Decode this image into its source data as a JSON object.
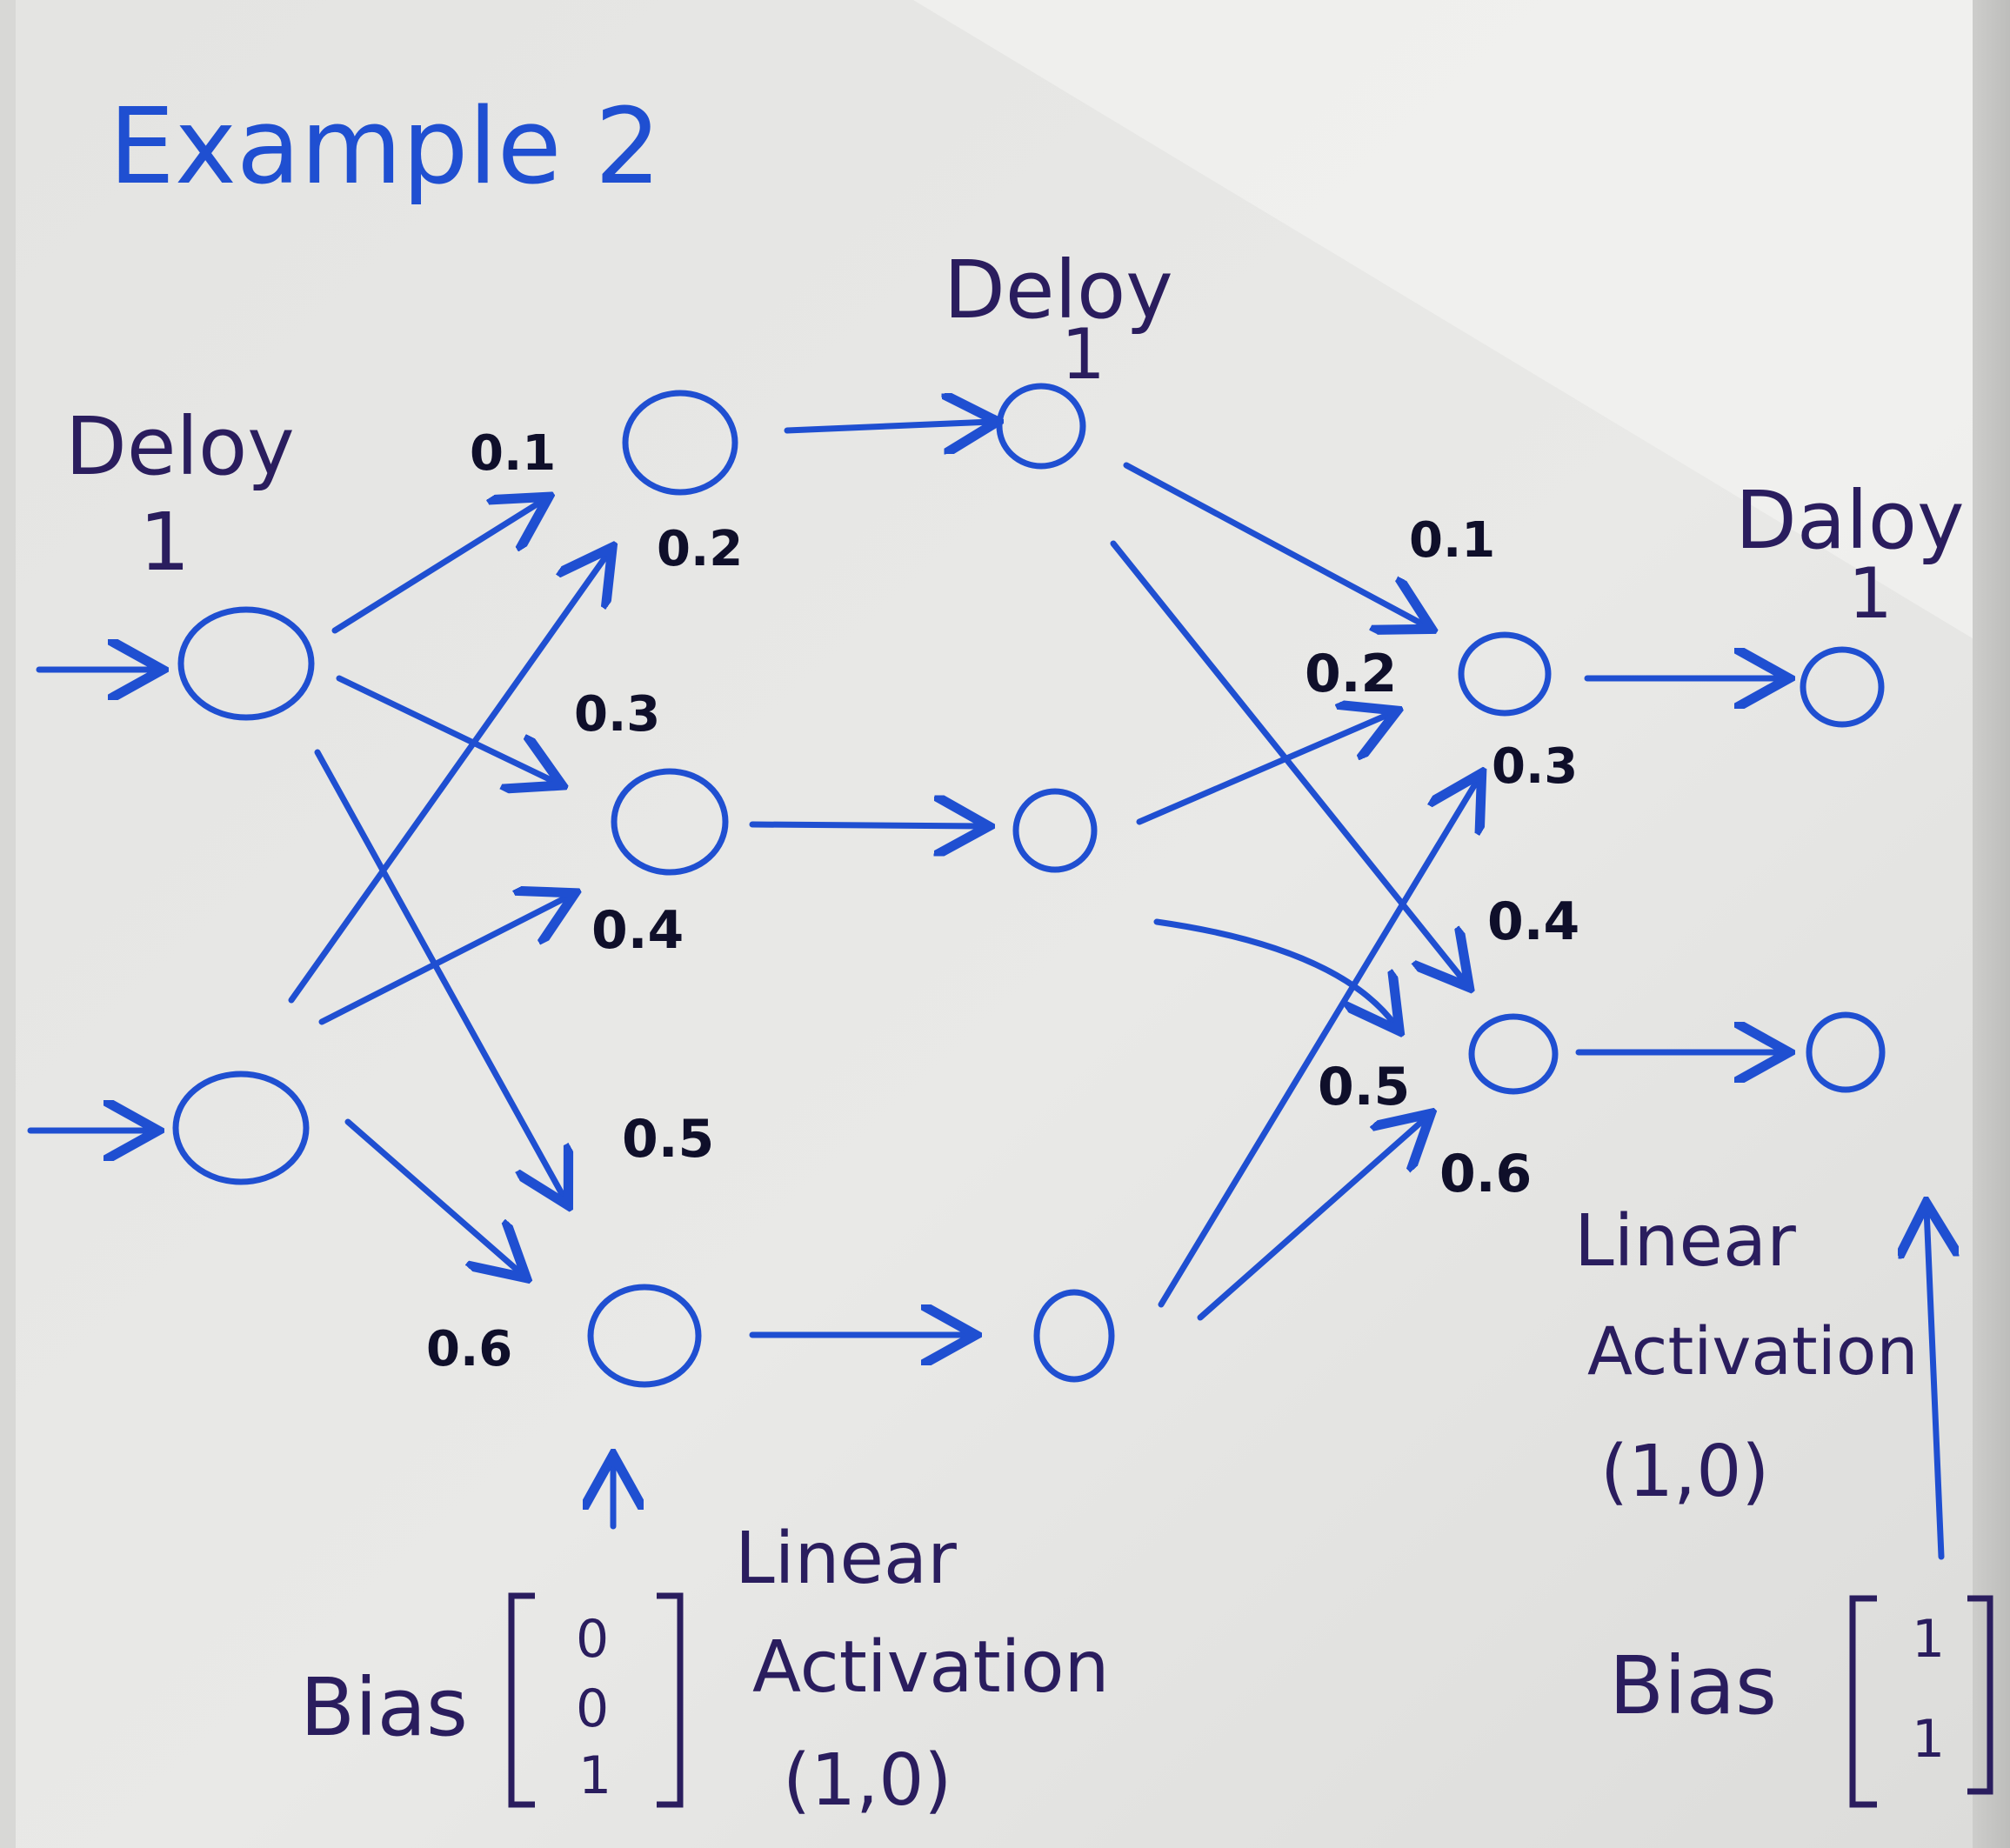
{
  "title": "Example 2",
  "colors": {
    "ink_blue": "#1f4fd1",
    "ink_dark": "#2a1d5e",
    "paper": "#e6e6e4"
  },
  "layers": {
    "input": {
      "delay_label": "Deloy",
      "delay_value": "1",
      "node_count": 2
    },
    "hidden": {
      "node_count": 3
    },
    "hidden_delay": {
      "delay_label": "Deloy",
      "delay_value": "1",
      "node_count": 3
    },
    "output": {
      "node_count": 2
    },
    "output_delay": {
      "delay_label": "Daloy",
      "delay_value": "1",
      "node_count": 2
    }
  },
  "weights_first": [
    "0.1",
    "0.2",
    "0.3",
    "0.4",
    "0.5",
    "0.6"
  ],
  "weights_second": [
    "0.1",
    "0.2",
    "0.3",
    "0.4",
    "0.5",
    "0.6"
  ],
  "hidden_activation": {
    "name_line1": "Linear",
    "name_line2": "Activation",
    "params": "(1,0)"
  },
  "output_activation": {
    "name_line1": "Linear",
    "name_line2": "Activation",
    "params": "(1,0)"
  },
  "hidden_bias": {
    "label": "Bias",
    "values": [
      "0",
      "0",
      "1"
    ]
  },
  "output_bias": {
    "label": "Bias",
    "values": [
      "1",
      "1"
    ]
  }
}
